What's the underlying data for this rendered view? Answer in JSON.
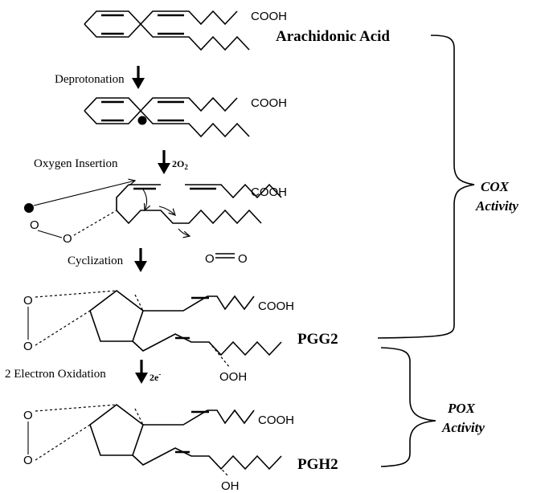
{
  "molecules": {
    "arachidonic_acid": "Arachidonic Acid",
    "pgg2": "PGG2",
    "pgh2": "PGH2"
  },
  "groups": {
    "cooh": "COOH",
    "ooh": "OOH",
    "oh": "OH",
    "o": "O"
  },
  "steps": {
    "deprotonation": "Deprotonation",
    "oxygen_insertion": "Oxygen Insertion",
    "oxygen_reagent": "2O",
    "oxygen_sub": "2",
    "cyclization": "Cyclization",
    "electron_oxidation": "2 Electron Oxidation",
    "electron_reagent": "2e",
    "electron_sup": "-"
  },
  "activities": {
    "cox_line1": "COX",
    "cox_line2": "Activity",
    "pox_line1": "POX",
    "pox_line2": "Activity"
  }
}
